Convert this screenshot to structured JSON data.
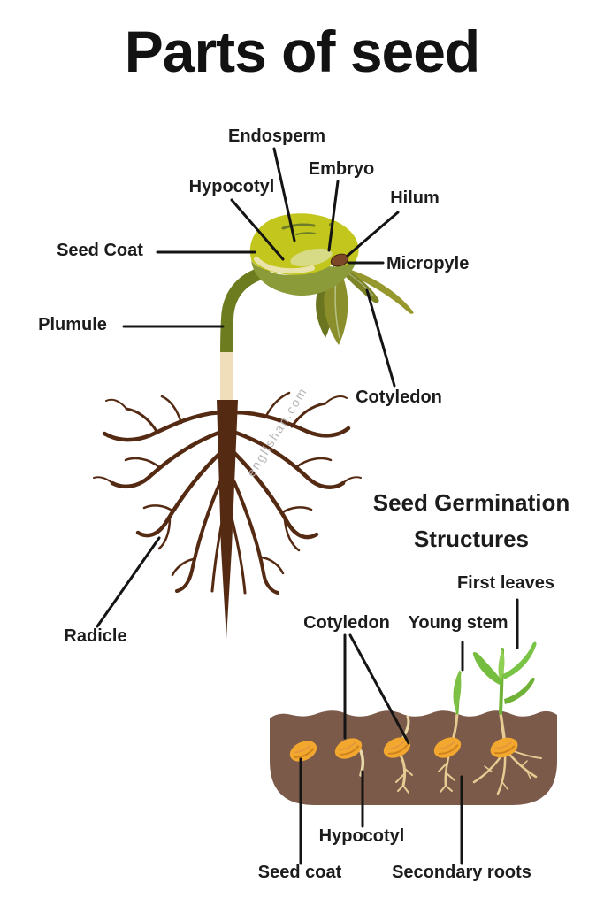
{
  "title": "Parts of seed",
  "watermark": "englishan.com",
  "seed_parts_diagram": {
    "labels": {
      "endosperm": "Endosperm",
      "embryo": "Embryo",
      "hypocotyl": "Hypocotyl",
      "hilum": "Hilum",
      "seed_coat": "Seed Coat",
      "micropyle": "Micropyle",
      "plumule": "Plumule",
      "cotyledon": "Cotyledon",
      "radicle": "Radicle"
    }
  },
  "germination_diagram": {
    "heading": "Seed Germination Structures",
    "labels": {
      "first_leaves": "First leaves",
      "cotyledon": "Cotyledon",
      "young_stem": "Young stem",
      "hypocotyl": "Hypocotyl",
      "seed_coat": "Seed coat",
      "secondary_roots": "Secondary roots"
    },
    "germination_stages": 5
  },
  "colors": {
    "seed_body_green": "#c2c61d",
    "seed_shadow_green": "#8c9b3a",
    "seed_highlight_cream": "#ebe3ac",
    "stem_olive": "#6d7c1f",
    "stem_cream": "#f0ddba",
    "root_brown": "#552a12",
    "hilum_brown": "#7b4728",
    "soil_brown": "#7b5a49",
    "seed_orange": "#f2a72f",
    "sprout_green": "#74b83a",
    "young_root_tan": "#e7cb92",
    "pointer_line": "#141414",
    "label_text": "#1c1c1c"
  }
}
